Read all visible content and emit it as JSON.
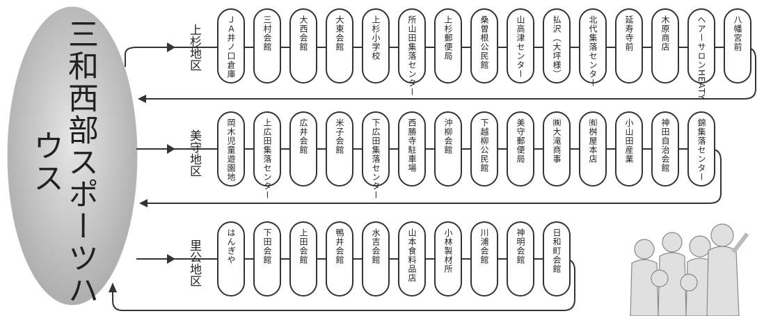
{
  "hub": {
    "title": "三和西部スポーツハウス"
  },
  "districts": [
    {
      "name": "上杉地区",
      "stops": [
        "ＪＡ井ノ口倉庫",
        "三村会館",
        "大西会館",
        "大東会館",
        "上杉小学校",
        "所山田集落センター",
        "上杉郵便局",
        "桑曽根公民館",
        "山高津センター",
        "払沢（大坪様）",
        "北代集落センター",
        "延寿寺前",
        "木原商店",
        "ヘアーサロンHEATY",
        "八幡宮前"
      ]
    },
    {
      "name": "美守地区",
      "stops": [
        "岡木児童遊園地",
        "上広田集落センター",
        "広井会館",
        "米子会館",
        "下広田集落センター",
        "西勝寺駐車場",
        "沖柳会館",
        "下越柳公民館",
        "美守郵便局",
        "㈱大滝商事",
        "㈲桝屋本店",
        "小山田産業",
        "神田自治会館",
        "錦集落センター"
      ]
    },
    {
      "name": "里公地区",
      "stops": [
        "はんぎや",
        "下田会館",
        "上田会館",
        "鴨井会館",
        "水吉会館",
        "山本食料品店",
        "小林製材所",
        "川浦会館",
        "神明会館",
        "日和町会館"
      ]
    }
  ],
  "colors": {
    "line": "#333333",
    "hub_fill": "#c8c8c8",
    "arrow": "#333333"
  }
}
